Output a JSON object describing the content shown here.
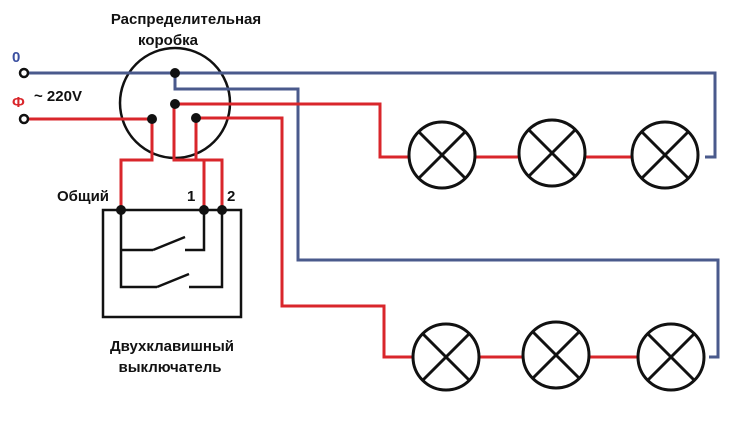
{
  "labels": {
    "box_title_line1": "Распределительная",
    "box_title_line2": "коробка",
    "neutral": "0",
    "phase": "Ф",
    "voltage": "~ 220V",
    "common": "Общий",
    "out1": "1",
    "out2": "2",
    "switch_line1": "Двухклавишный",
    "switch_line2": "выключатель"
  },
  "colors": {
    "neutral_wire": "#4a5a8c",
    "phase_wire": "#d9262b",
    "switch_wire": "#111111",
    "neutral_label": "#3a4fa0",
    "phase_label": "#d9262b"
  },
  "lamp_rows": [
    {
      "row": "upper",
      "lamps": 3
    },
    {
      "row": "lower",
      "lamps": 3
    }
  ]
}
